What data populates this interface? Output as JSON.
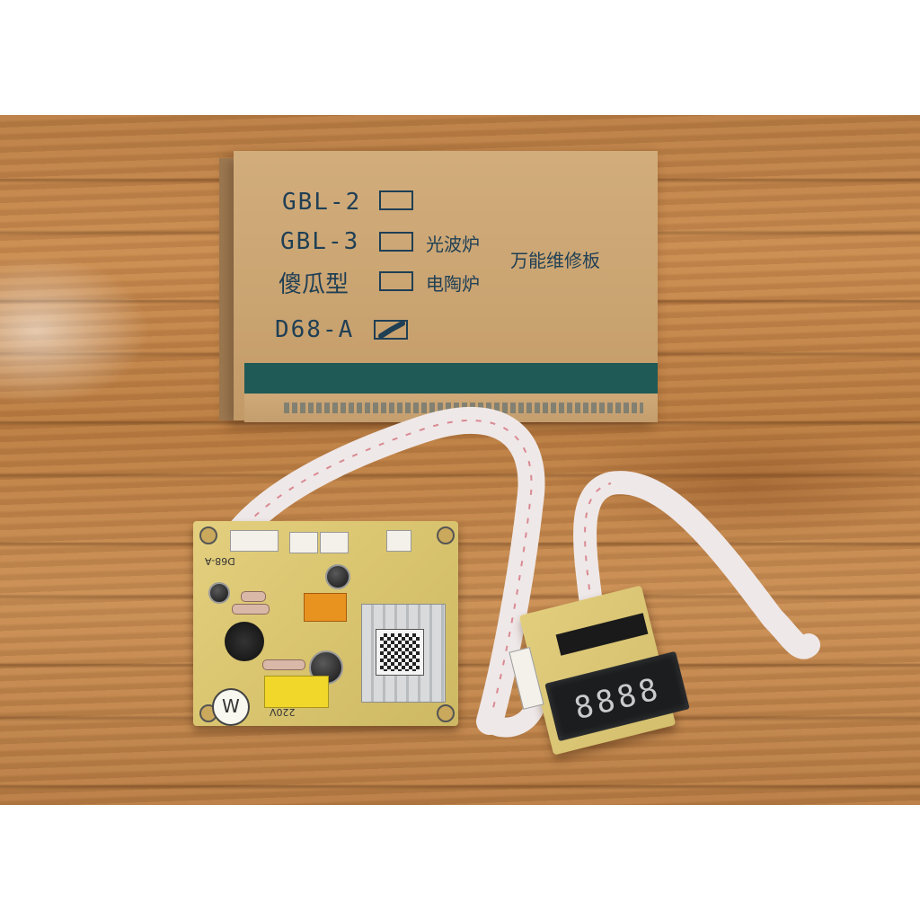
{
  "box": {
    "models": [
      {
        "label": "GBL-2",
        "checked": false
      },
      {
        "label": "GBL-3",
        "checked": false
      },
      {
        "label": "傻瓜型",
        "checked": false
      },
      {
        "label": "D68-A",
        "checked": true
      }
    ],
    "type_1": "光波炉",
    "type_2": "电陶炉",
    "product_title": "万能维修板"
  },
  "board": {
    "model_label": "D68-A",
    "voltage_label": "220V"
  },
  "display": {
    "digits": "8888"
  },
  "colors": {
    "box_band": "#1f5a57",
    "box_print": "#1f3f55",
    "board": "#d9c46f",
    "wood": "#c08247"
  }
}
